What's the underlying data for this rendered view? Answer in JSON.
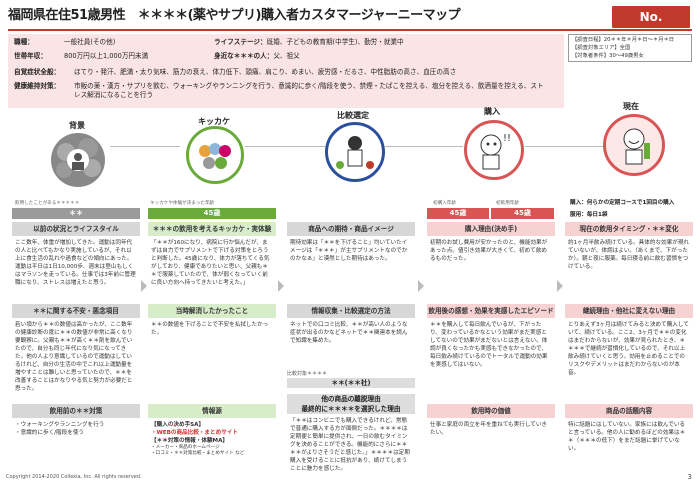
{
  "title": "福岡県在住51歳男性　＊＊＊＊(薬やサプリ)購入者カスタマージャーニーマップ",
  "badge": "No.",
  "profile": {
    "job_label": "職種：",
    "job": "一般社員(その他)",
    "lifestyle_label": "ライフステージ：",
    "lifestyle": "既婚、子どもの教育期(中学生)、勤労・就業中",
    "income_label": "世帯年収：",
    "income": "800万円以上1,000万円未満",
    "family_label": "身近な＊＊＊の人：",
    "family": "父、祖父",
    "symptoms_label": "自覚症状全般：",
    "symptoms": "ほてり・発汗、肥満・太り気味、筋力の衰え、体力低下、頭痛、肩こり、めまい、疲労感・だるさ、中性脂肪の高さ、血圧の高さ",
    "health_label": "健康維持対策：",
    "health_line1": "市販の薬・漢方・サプリを飲む、ウォーキングやランニングを行う、意識的に歩く/階段を使う、禁煙・たばこを控える、塩分を控える、飲酒量を控える、スト",
    "health_line2": "レス解消になることを行う"
  },
  "survey": {
    "line1": "【調査日程】20＊＊年＊月＊日～＊月＊日",
    "line2": "【調査対象エリア】全国",
    "line3": "【対象者条件】30～49歳男女"
  },
  "stages": {
    "background": "背景",
    "trigger": "キッカケ",
    "compare": "比較選定",
    "purchase": "購入",
    "current": "現在"
  },
  "timeline": {
    "pre_label": "飲用したことがある＊＊＊＊＊",
    "pre_value": "＊＊",
    "trigger_label": "キッカケや体験が決まった年齢",
    "trigger_value": "45歳",
    "first_purchase_label": "初購入年齢",
    "first_purchase_value": "45歳",
    "first_drink_label": "初飲用年齢",
    "first_drink_value": "45歳",
    "buy_line": "購入：何らかの定期コースで1回目の購入",
    "drink_line": "服用：毎日1袋"
  },
  "col1": {
    "head1": "以前の状況とライフスタイル",
    "body1": "ここ数年、体重が増加してきた。運動は同年代の人と比べてもかなり実施しているが、それ以上に食生活の乱れや過食などの傾向にあった。運動は平日は1日10,000歩、週末は登山もしくはマラソンを走っている。仕事では3年前に管理職になり、ストレスは増えたと思う。",
    "head2": "＊＊に関する不安・悪念項目",
    "body2": "若い頃から＊＊の数値は高かったが、ここ数年の健康診断の度に＊＊の数値が非常に高くなり要観察に。父親も＊＊が高く＊＊剤を飲んでいたので、自分も同じ年代になり気になってきた。他の人より意識しているので運動はしているけれど、自分の生活の中でこれ以上運動量を増やすことは難しいと思っていたので、＊＊を改善することはかなりやる気と努力が必要だと思った。",
    "head3": "飲用前の＊＊対策",
    "body3_1": "・ウォーキングやランニングを行う",
    "body3_2": "・意識的に歩く/階段を使う"
  },
  "col2": {
    "head1": "＊＊＊の飲用を考えるキッカケ・実体験",
    "body1": "「＊＊が160になり、病院に行か悩んだが、まずは自力でサプリメントで下げる対策をとろうと判断した。45歳になり、体力が落ちてくる気がしており、健康でありたいと思い、父親も＊＊で服薬していたので、体が弱くなっていく前に良い方向へ持ってきたいと考えた。」",
    "head2": "当時解消したかったこと",
    "body2": "＊＊の数値を下げることで不安を払拭したかった。",
    "head3": "情報源",
    "body3_1": "【購入の決め手SA】",
    "body3_2": "・WEBの商品比較・まとめサイト",
    "body3_3": "【＊＊対策の情報・体験MA】",
    "body3_4": "・メーカー・商品のホームページ",
    "body3_5": "・口コミ・＊＊対策比較・まとめサイト など"
  },
  "col3": {
    "head1": "商品への期待・商品イメージ",
    "body1": "期待効果は「＊＊を下げること」均いていたイメージは「＊＊＊」が主サプリメントなのでかのかなぁ」と漠然とした期待はあった。",
    "head2": "情報収集・比較選定の方法",
    "body2": "ネットでの口コミ比較、＊＊が高い人のような症状が出るのかなどネットで＊＊関連本を読んで知識を集めた。",
    "small_label": "比較対象＊＊＊＊",
    "head3a": "＊＊(＊＊社)",
    "head3b": "他の商品の離脱理由",
    "head3c": "最終的に＊＊＊＊を選択した理由",
    "body3": "「＊＊はコンビニでも購入できるけれど、常態で普通に購入する方が面倒だった。＊＊＊＊は定期便と簡単に提供され、一日の飲むタイミングを決めることができる。機能的にさらに＊＊＊＊がよりさそうだと感じた。」＊＊＊＊は定期購入を受けることに抵抗があり、続けてしまうことに魅力を感じた。"
  },
  "col4": {
    "head1": "購入理由(決め手)",
    "body1": "初期のお試し費用が安かったのと、機能効果があった点。値引き効果が大きくて、初めて飲めるものだった。",
    "head2": "飲用後の感想・効果を実感したエピソード",
    "body2": "＊＊を購入して毎日飲んでいるが、下がったり、変わっているかなという効果がまだ実感としてないので効果がまだないとは言えない。体調が良くなったかも実感もできなかったので、毎日飲み続けているのでトータルで運動の効果を実感してはいない。",
    "head3": "飲用時の価値",
    "body3": "仕事と家庭の両立を年を重ねても実行していきたい。"
  },
  "col5": {
    "head1": "現在の飲用タイミング・＊＊変化",
    "body1": "約1ヶ月半飲み続けている。具体的な効果が現れていないが、体調はよい。（あくまで、下がったか）。朝と夜に服薬。毎日寝る前に飲む習慣をつけている。",
    "head2": "継続理由・他社に変えない理由",
    "body2": "とりあえず3ヶ月は続けてみると決めて購入していて、続けている。ここ2、3ヶ月で＊＊の変化はまだわからないが、効果が見られたとき、＊＊＊＊で継続が習慣化しているので、それ以上飲み続けていくと思う。効用を止めることでのリスクやデメリットはまだわからないのが本音。",
    "head3": "商品の話題内容",
    "body3": "特に話題にはしていない。家族には飲んでいると言っている。他の人に勧めるほどの効果は＊＊（＊＊＊の低下）をまだ話題に挙げていない。"
  },
  "footer": "Copyright  2014-2020 Collexia, Inc.  All rights reserved.",
  "page_number": "3",
  "colors": {
    "accent": "#c0392b",
    "gray_bar": "#9b9b9b",
    "green_bar": "#6aaa3a",
    "red_bar": "#d95454"
  }
}
